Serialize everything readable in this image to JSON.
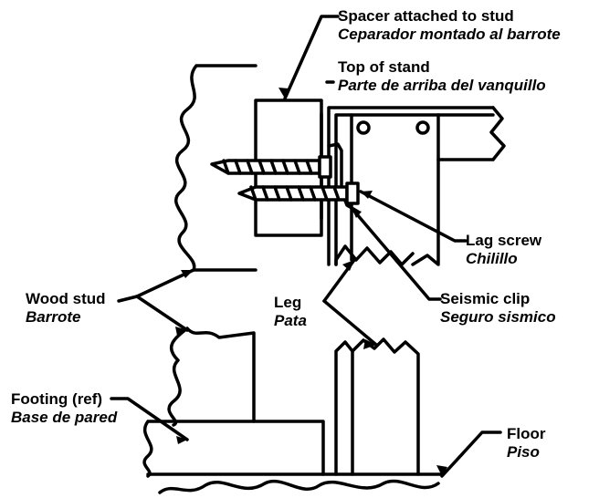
{
  "labels": {
    "spacer": {
      "en": "Spacer attached to stud",
      "es": "Ceparador montado al barrote"
    },
    "top_of_stand": {
      "en": "Top of stand",
      "es": "Parte de arriba del vanquillo"
    },
    "lag_screw": {
      "en": "Lag screw",
      "es": "Chilillo"
    },
    "seismic_clip": {
      "en": "Seismic clip",
      "es": "Seguro sismico"
    },
    "wood_stud": {
      "en": "Wood stud",
      "es": "Barrote"
    },
    "leg": {
      "en": "Leg",
      "es": "Pata"
    },
    "footing": {
      "en": "Footing (ref)",
      "es": "Base de pared"
    },
    "floor": {
      "en": "Floor",
      "es": "Piso"
    }
  },
  "colors": {
    "line": "#000000",
    "background": "#ffffff"
  }
}
